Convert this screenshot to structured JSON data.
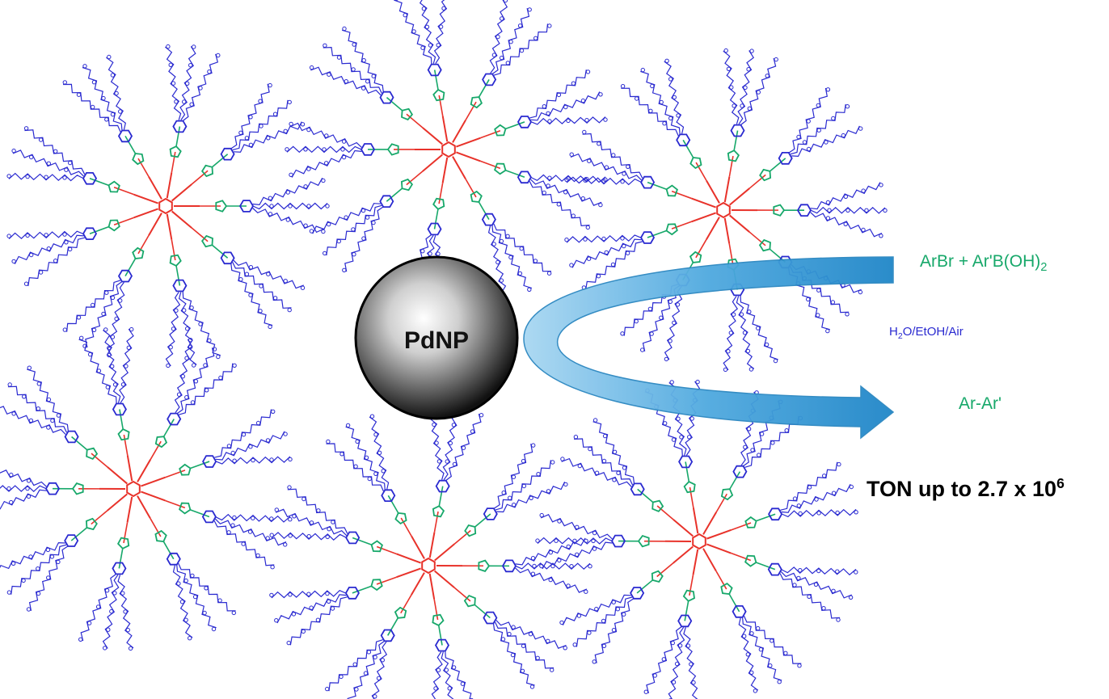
{
  "nanoparticle": {
    "label": "PdNP"
  },
  "reaction": {
    "reactants": {
      "text": "ArBr + Ar'B(OH)",
      "subscript": "2"
    },
    "conditions": {
      "prefix": "H",
      "subscript": "2",
      "suffix": "O/EtOH/Air"
    },
    "product": "Ar-Ar'",
    "ton": {
      "text": "TON up to 2.7 x 10",
      "superscript": "6"
    }
  },
  "colors": {
    "core": "#e8322a",
    "linker": "#17a86a",
    "periphery": "#2a2ad0",
    "arrow": "#3a9fd8",
    "nanoparticle": "#555555"
  }
}
